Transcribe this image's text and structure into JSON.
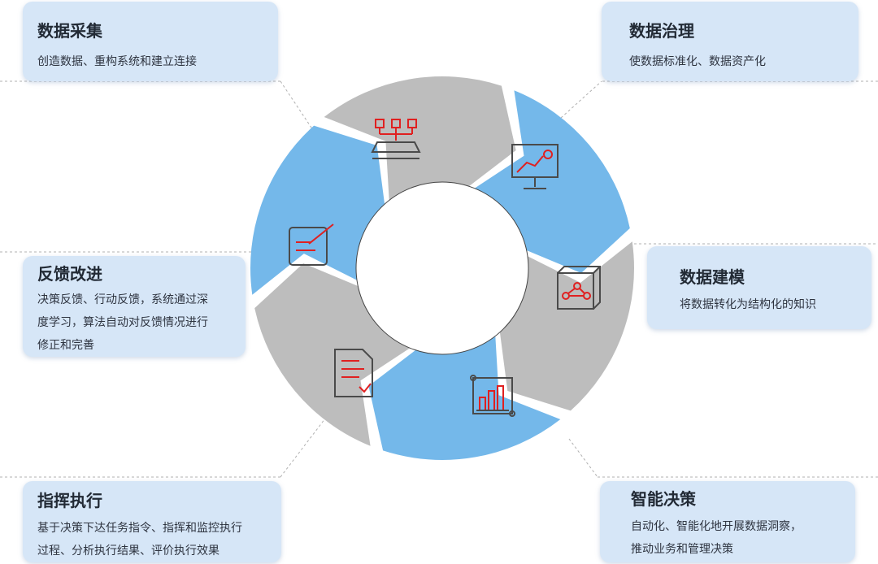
{
  "cards": {
    "collect": {
      "title": "数据采集",
      "lines": [
        "创造数据、重构系统和建立连接"
      ]
    },
    "govern": {
      "title": "数据治理",
      "lines": [
        "使数据标准化、数据资产化"
      ]
    },
    "model": {
      "title": "数据建模",
      "lines": [
        "将数据转化为结构化的知识"
      ]
    },
    "decide": {
      "title": "智能决策",
      "lines": [
        "自动化、智能化地开展数据洞察，",
        "推动业务和管理决策"
      ]
    },
    "execute": {
      "title": "指挥执行",
      "lines": [
        "基于决策下达任务指令、指挥和监控执行",
        "过程、分析执行结果、评价执行效果"
      ]
    },
    "feedback": {
      "title": "反馈改进",
      "lines": [
        "决策反馈、行动反馈，系统通过深",
        "度学习，算法自动对反馈情况进行",
        "修正和完善"
      ]
    }
  },
  "colors": {
    "blue_segment": "#74b8ea",
    "gray_segment": "#bdbdbd",
    "card_bg": "#d6e6f7",
    "icon_red": "#e02020",
    "icon_dark": "#4a4a4a"
  }
}
